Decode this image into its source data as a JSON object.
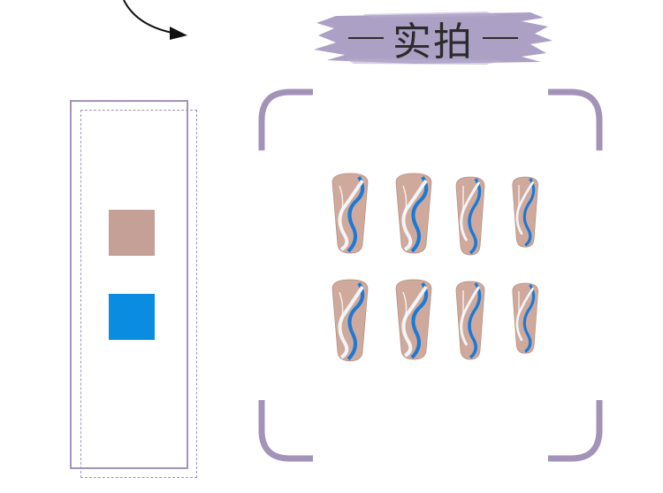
{
  "title": {
    "text": "实拍"
  },
  "colors": {
    "accent": "#a393b9",
    "brush": "#a89bc2",
    "swatch_nude": "#c4a096",
    "swatch_blue": "#0a8de0",
    "nail_base": "#cfa99c",
    "nail_white": "#f2f5f8",
    "nail_blue": "#1a7ad6"
  },
  "swatches": [
    {
      "name": "nude",
      "color": "#c4a096"
    },
    {
      "name": "blue",
      "color": "#0a8de0"
    }
  ]
}
